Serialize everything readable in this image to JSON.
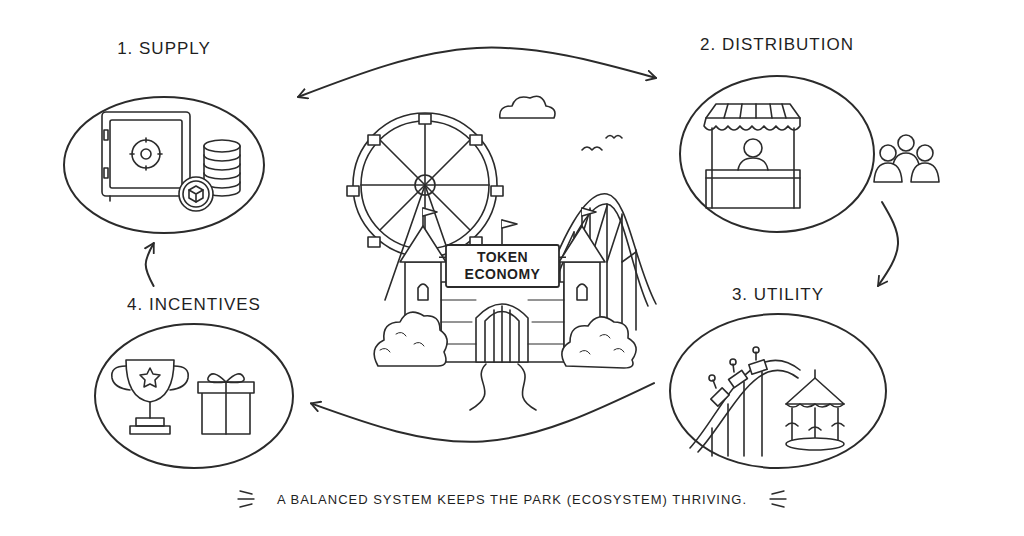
{
  "diagram": {
    "caption": "A BALANCED SYSTEM KEEPS THE PARK (ECOSYSTEM) THRIVING.",
    "nodes": [
      {
        "text": [
          "1. SUPPLY"
        ]
      },
      {
        "text": [
          "2. DISTRIBUTION"
        ]
      },
      {
        "text": [
          "TOKEN ECONOMY"
        ]
      },
      {
        "text": [
          "3. UTILITY"
        ]
      },
      {
        "text": [
          "4. INCENTIVES"
        ]
      }
    ],
    "edges": [
      {
        "from": 0,
        "to": 1,
        "arrow": "both"
      },
      {
        "from": 1,
        "to": 3,
        "arrow": "to"
      },
      {
        "from": 3,
        "to": 4,
        "arrow": "to"
      },
      {
        "from": 4,
        "to": 0,
        "arrow": "to"
      }
    ]
  }
}
